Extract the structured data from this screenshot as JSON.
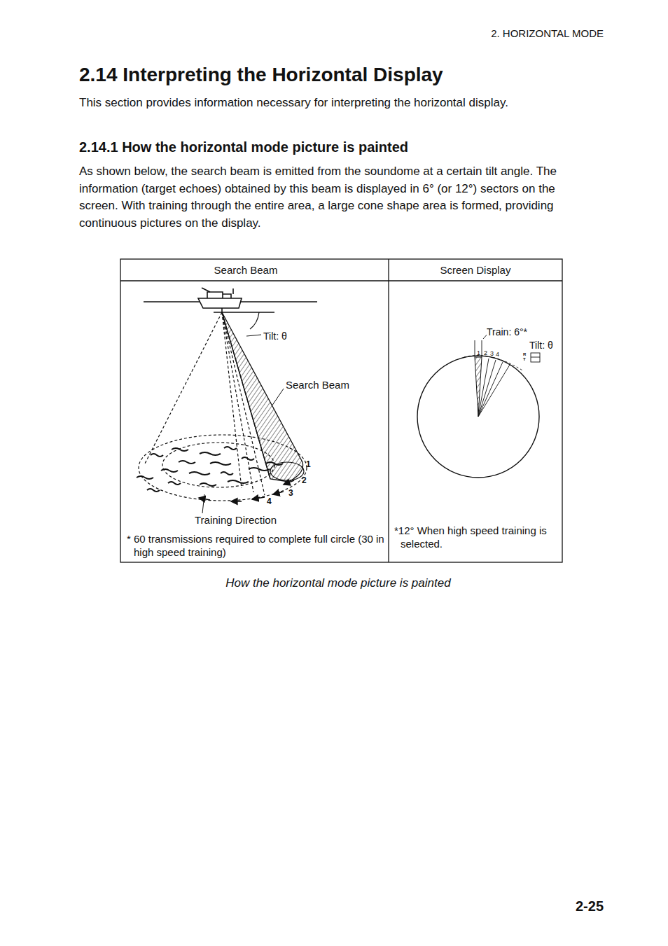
{
  "diagram": {
    "title": "2.14 Interpreting the Horizontal Display",
    "caption": "How the horizontal mode picture is painted",
    "labels": [
      "2. HORIZONTAL MODE",
      "This section provides information necessary for interpreting the horizontal display.",
      "2.14.1 How the horizontal mode picture is painted",
      "As shown below, the search beam is emitted from the soundome at a certain tilt angle. The information (target echoes) obtained by this beam is displayed in 6° (or 12°) sectors on the screen. With training through the entire area, a large cone shape area is formed, providing continuous pictures on the display.",
      "Search Beam",
      "Screen Display",
      "Tilt: θ",
      "Search Beam",
      "1",
      "2",
      "3",
      "4",
      "Training Direction",
      "* 60 transmissions required to complete full circle (30 in high speed training)",
      "Train: 6°*",
      "Tilt: θ",
      "1",
      "2",
      "3",
      "4",
      "R",
      "T",
      "*12° When high speed training is selected.",
      "2-25"
    ]
  }
}
